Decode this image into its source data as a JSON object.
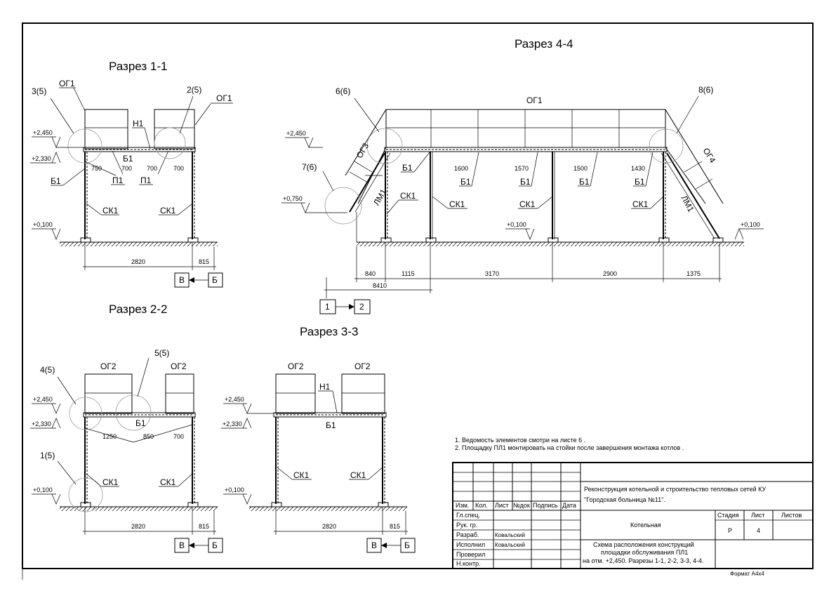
{
  "sections": {
    "s11": {
      "title": "Разрез 1-1",
      "callouts": {
        "a": "3(5)",
        "b": "2(5)"
      },
      "og_left": "ОГ1",
      "og_right": "ОГ1",
      "h1": "Н1",
      "b1_top": "Б1",
      "b1_left": "Б1",
      "p1a": "П1",
      "p1b": "П1",
      "ck_left": "СК1",
      "ck_right": "СК1",
      "lvl_top": "+2,450",
      "lvl_mid": "+2,330",
      "lvl_bot": "+0,100",
      "d1": "750",
      "d2": "700",
      "d3": "700",
      "d4": "700",
      "span": "2820",
      "ext": "815",
      "axis_a": "В",
      "axis_b": "Б"
    },
    "s22": {
      "title": "Разрез 2-2",
      "callouts": {
        "a": "4(5)",
        "b": "5(5)",
        "c": "1(5)"
      },
      "og_left": "ОГ2",
      "og_right": "ОГ2",
      "b1": "Б1",
      "ck_left": "СК1",
      "ck_right": "СК1",
      "lvl_top": "+2,450",
      "lvl_mid": "+2,330",
      "lvl_bot": "+0,100",
      "d1": "1250",
      "d2": "850",
      "d3": "700",
      "span": "2820",
      "ext": "815",
      "axis_a": "В",
      "axis_b": "Б"
    },
    "s33": {
      "title": "Разрез 3-3",
      "og_left": "ОГ2",
      "og_right": "ОГ2",
      "h1": "Н1",
      "b1": "Б1",
      "ck_left": "СК1",
      "ck_right": "СК1",
      "lvl_top": "+2,450",
      "lvl_mid": "+2,330",
      "lvl_bot": "+0,100",
      "span": "2820",
      "ext": "815",
      "axis_a": "В",
      "axis_b": "Б"
    },
    "s44": {
      "title": "Разрез 4-4",
      "callouts": {
        "a": "6(6)",
        "b": "8(6)",
        "c": "7(6)"
      },
      "og1": "ОГ1",
      "og3": "ОГ3",
      "og4": "ОГ4",
      "lm_left": "ЛМ1",
      "lm_right": "ЛМ1",
      "b1": [
        "Б1",
        "Б1",
        "Б1",
        "Б1",
        "Б1"
      ],
      "ck": [
        "СК1",
        "СК1",
        "СК1",
        "СК1"
      ],
      "lvl_top": "+2,450",
      "lvl_mid": "+0,750",
      "lvl_bot_left": "+0,100",
      "lvl_bot_right": "+0,100",
      "beam": [
        "1600",
        "1570",
        "1500",
        "1430"
      ],
      "dims": [
        "840",
        "1115",
        "3170",
        "2900",
        "1375"
      ],
      "total": "8410",
      "axis_a": "1",
      "axis_b": "2"
    }
  },
  "notes": [
    "1. Ведомость элементов смотри на листе 6 .",
    "2. Площадку ПЛ1 монтировать на стойки после завершения монтажа котлов ."
  ],
  "stamp": {
    "project": "Реконструкция котельной и строительство тепловых сетей КУ",
    "project2": "\"Городская больница №11\".",
    "building": "Котельная",
    "drawing": [
      "Схема расположения конструкций",
      "площадки обслуживания ПЛ1",
      "на отм. +2,450. Разрезы 1-1, 2-2, 3-3, 4-4."
    ],
    "cols": [
      "Изм.",
      "Кол.",
      "Лист",
      "№док",
      "Подпись",
      "Дата"
    ],
    "roles": [
      "Гл.спец.",
      "Рук. гр.",
      "Разраб.",
      "Исполнил",
      "Проверил",
      "Н.контр."
    ],
    "names": [
      "",
      "",
      "Ковальский",
      "Ковальский",
      "",
      ""
    ],
    "stage_h": "Стадия",
    "sheet_h": "Лист",
    "sheets_h": "Листов",
    "stage": "Р",
    "sheet": "4",
    "sheets": ""
  },
  "format": "Формат  А4х4"
}
